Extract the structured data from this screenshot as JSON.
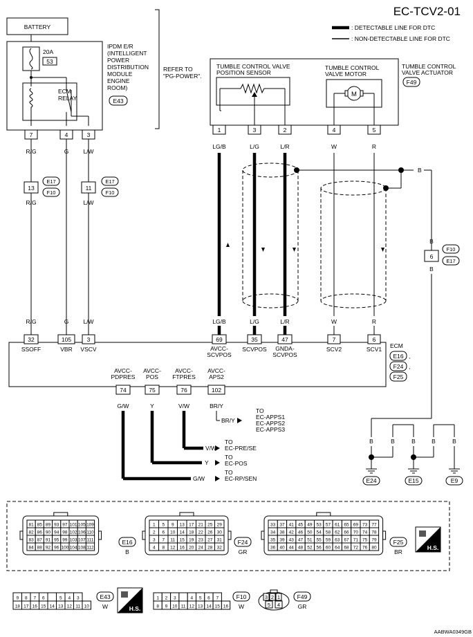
{
  "title": "EC-TCV2-01",
  "legend": {
    "detectable": ": DETECTABLE LINE FOR DTC",
    "non_detectable": ": NON-DETECTABLE LINE FOR DTC"
  },
  "battery": "BATTERY",
  "ipdm": {
    "label_lines": [
      "IPDM E/R",
      "(INTELLIGENT",
      "POWER",
      "DISTRIBUTION",
      "MODULE",
      "ENGINE",
      "ROOM)"
    ],
    "connector": "E43",
    "fuse_amps": "20A",
    "fuse_no": "53",
    "relay_lines": [
      "ECM",
      "RELAY"
    ],
    "refer_lines": [
      "REFER TO",
      "\"PG-POWER\"."
    ],
    "pins": [
      "7",
      "4",
      "3"
    ]
  },
  "actuator": {
    "label_lines": [
      "TUMBLE CONTROL",
      "VALVE ACTUATOR"
    ],
    "connector": "F49",
    "sensor_lines": [
      "TUMBLE CONTROL VALVE",
      "POSITION SENSOR"
    ],
    "motor_lines": [
      "TUMBLE CONTROL",
      "VALVE MOTOR"
    ],
    "motor_symbol": "M",
    "pins": [
      "1",
      "3",
      "2",
      "4",
      "5"
    ]
  },
  "wires": {
    "rg": "R/G",
    "g": "G",
    "lw": "L/W",
    "lgb": "LG/B",
    "lg": "L/G",
    "lr": "L/R",
    "w": "W",
    "r": "R",
    "b": "B",
    "gw": "G/W",
    "y": "Y",
    "vw": "V/W",
    "bry": "BR/Y"
  },
  "joints": {
    "j1": {
      "pin": "13",
      "conn_top": "E17",
      "conn_bot": "F10"
    },
    "j2": {
      "pin": "11",
      "conn_top": "E17",
      "conn_bot": "F10"
    },
    "j3": {
      "pin": "6",
      "conn_top": "F10",
      "conn_bot": "E17"
    }
  },
  "ecm": {
    "label": "ECM",
    "connectors": [
      "E16",
      "F24",
      "F25"
    ],
    "pins_top": [
      {
        "pin": "32",
        "label": "SSOFF"
      },
      {
        "pin": "105",
        "label": "VBR"
      },
      {
        "pin": "3",
        "label": "VSCV"
      },
      {
        "pin": "69",
        "label": "AVCC-\nSCVPOS"
      },
      {
        "pin": "35",
        "label": "SCVPOS"
      },
      {
        "pin": "47",
        "label": "GNDA-\nSCVPOS"
      },
      {
        "pin": "7",
        "label": "SCV2"
      },
      {
        "pin": "6",
        "label": "SCV1"
      }
    ],
    "pins_bottom": [
      {
        "pin": "74",
        "label": "AVCC-\nPDPRES"
      },
      {
        "pin": "75",
        "label": "AVCC-\nPOS"
      },
      {
        "pin": "76",
        "label": "AVCC-\nFTPRES"
      },
      {
        "pin": "102",
        "label": "AVCC-\nAPS2"
      }
    ]
  },
  "refs": {
    "apps_to": "TO",
    "apps": [
      "EC-APPS1",
      "EC-APPS2",
      "EC-APPS3"
    ],
    "prese": "EC-PRE/SE",
    "pos": "EC-POS",
    "rpsen": "EC-RP/SEN"
  },
  "grounds": [
    "E24",
    "E15",
    "E9"
  ],
  "connectors_view": {
    "e16": {
      "rows": [
        [
          "81",
          "85",
          "89",
          "93",
          "97",
          "101",
          "105",
          "109"
        ],
        [
          "82",
          "86",
          "90",
          "94",
          "98",
          "102",
          "106",
          "110"
        ],
        [
          "83",
          "87",
          "91",
          "95",
          "99",
          "103",
          "107",
          "111"
        ],
        [
          "84",
          "88",
          "92",
          "96",
          "100",
          "104",
          "108",
          "112"
        ]
      ],
      "name": "E16",
      "color": "B"
    },
    "f24": {
      "rows": [
        [
          "1",
          "5",
          "9",
          "13",
          "17",
          "21",
          "25",
          "29"
        ],
        [
          "2",
          "6",
          "10",
          "14",
          "18",
          "22",
          "26",
          "30"
        ],
        [
          "3",
          "7",
          "11",
          "15",
          "19",
          "23",
          "27",
          "31"
        ],
        [
          "4",
          "8",
          "12",
          "16",
          "20",
          "24",
          "28",
          "32"
        ]
      ],
      "name": "F24",
      "color": "GR"
    },
    "f25": {
      "rows": [
        [
          "33",
          "37",
          "41",
          "45",
          "49",
          "53",
          "57",
          "61",
          "65",
          "69",
          "73",
          "77"
        ],
        [
          "34",
          "38",
          "42",
          "46",
          "50",
          "54",
          "58",
          "62",
          "66",
          "70",
          "74",
          "78"
        ],
        [
          "35",
          "39",
          "43",
          "47",
          "51",
          "55",
          "59",
          "63",
          "67",
          "71",
          "75",
          "79"
        ],
        [
          "36",
          "40",
          "44",
          "48",
          "52",
          "56",
          "60",
          "64",
          "68",
          "72",
          "76",
          "80"
        ]
      ],
      "name": "F25",
      "color": "BR"
    },
    "e43": {
      "rows": [
        [
          "9",
          "8",
          "7",
          "6",
          "",
          "5",
          "4",
          "3"
        ],
        [
          "18",
          "17",
          "16",
          "15",
          "14",
          "13",
          "12",
          "11",
          "10"
        ]
      ],
      "name": "E43",
      "color": "W"
    },
    "f10": {
      "rows": [
        [
          "1",
          "2",
          "3",
          "",
          "4",
          "5",
          "6",
          "7"
        ],
        [
          "8",
          "9",
          "10",
          "11",
          "12",
          "13",
          "14",
          "15",
          "16"
        ]
      ],
      "name": "F10",
      "color": "W"
    },
    "f49": {
      "rows": [
        [
          "3",
          "2",
          "1"
        ],
        [
          "5",
          "4"
        ]
      ],
      "name": "F49",
      "color": "GR"
    },
    "hs": "H.S."
  },
  "footer_code": "AABWA0349GB"
}
